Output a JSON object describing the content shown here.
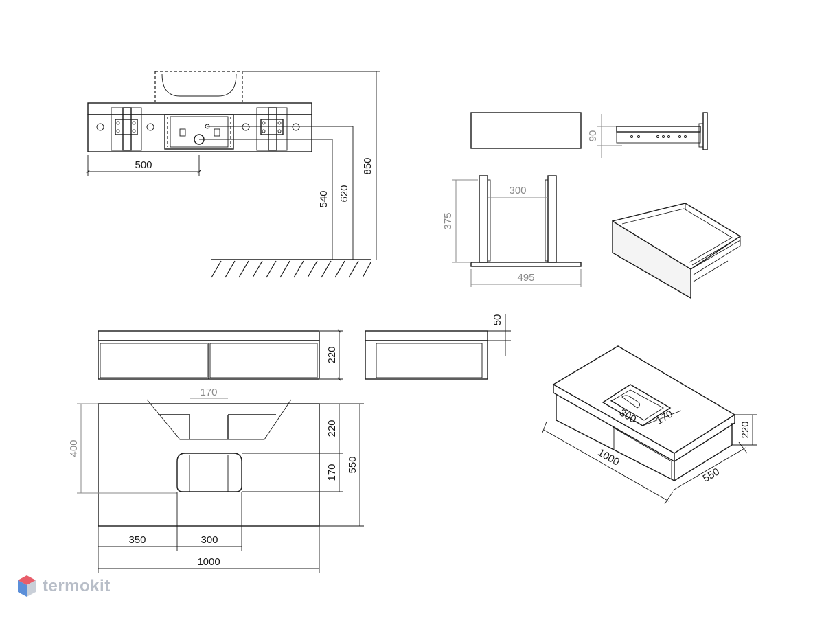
{
  "brand": {
    "name": "termokit",
    "primary": "#b8bec8",
    "accent_top": "#e85d6a",
    "accent_side": "#5b8fd9"
  },
  "dimensions": {
    "wall_view": {
      "width": "500",
      "h_low": "540",
      "h_mid": "620",
      "h_total": "850"
    },
    "drawer_side": {
      "height": "90"
    },
    "drawer_front": {
      "inner": "300",
      "height": "375",
      "width": "495"
    },
    "front_view": {
      "height": "220"
    },
    "side_view": {
      "top": "50"
    },
    "plan_view": {
      "sink_w": "170",
      "d1": "220",
      "d2": "170",
      "d_total": "550",
      "depth": "400",
      "left": "350",
      "bowl": "300",
      "width": "1000"
    },
    "iso_view": {
      "width": "1000",
      "depth": "550",
      "height": "220",
      "bowl_w": "300",
      "bowl_d": "170"
    }
  }
}
